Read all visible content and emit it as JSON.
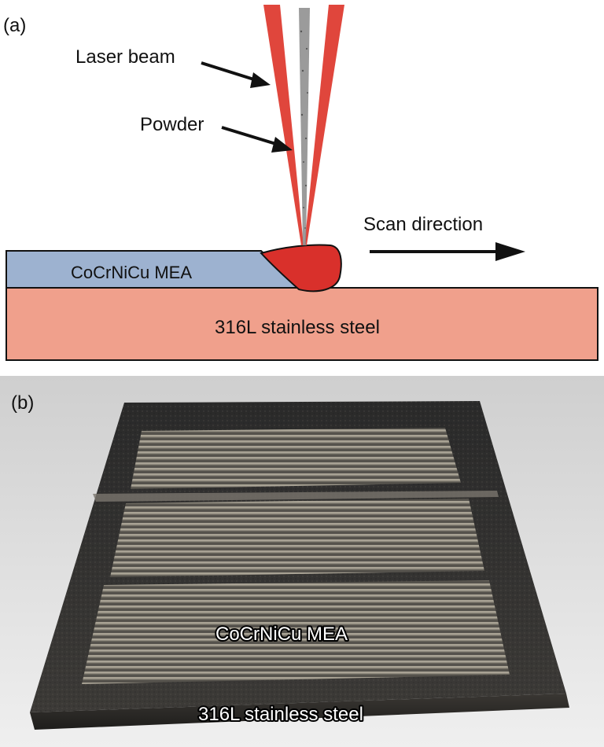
{
  "panel_a": {
    "tag": "(a)",
    "labels": {
      "laser_beam": "Laser beam",
      "powder": "Powder",
      "scan_direction": "Scan direction",
      "deposit": "CoCrNiCu MEA",
      "substrate": "316L stainless steel"
    },
    "colors": {
      "laser": "#e0463c",
      "melt_pool": "#d9302b",
      "deposit": "#9db2d0",
      "substrate": "#f0a08c",
      "powder": "#8a8a8a"
    }
  },
  "panel_b": {
    "tag": "(b)",
    "labels": {
      "deposit": "CoCrNiCu MEA",
      "substrate": "316L stainless steel"
    }
  }
}
